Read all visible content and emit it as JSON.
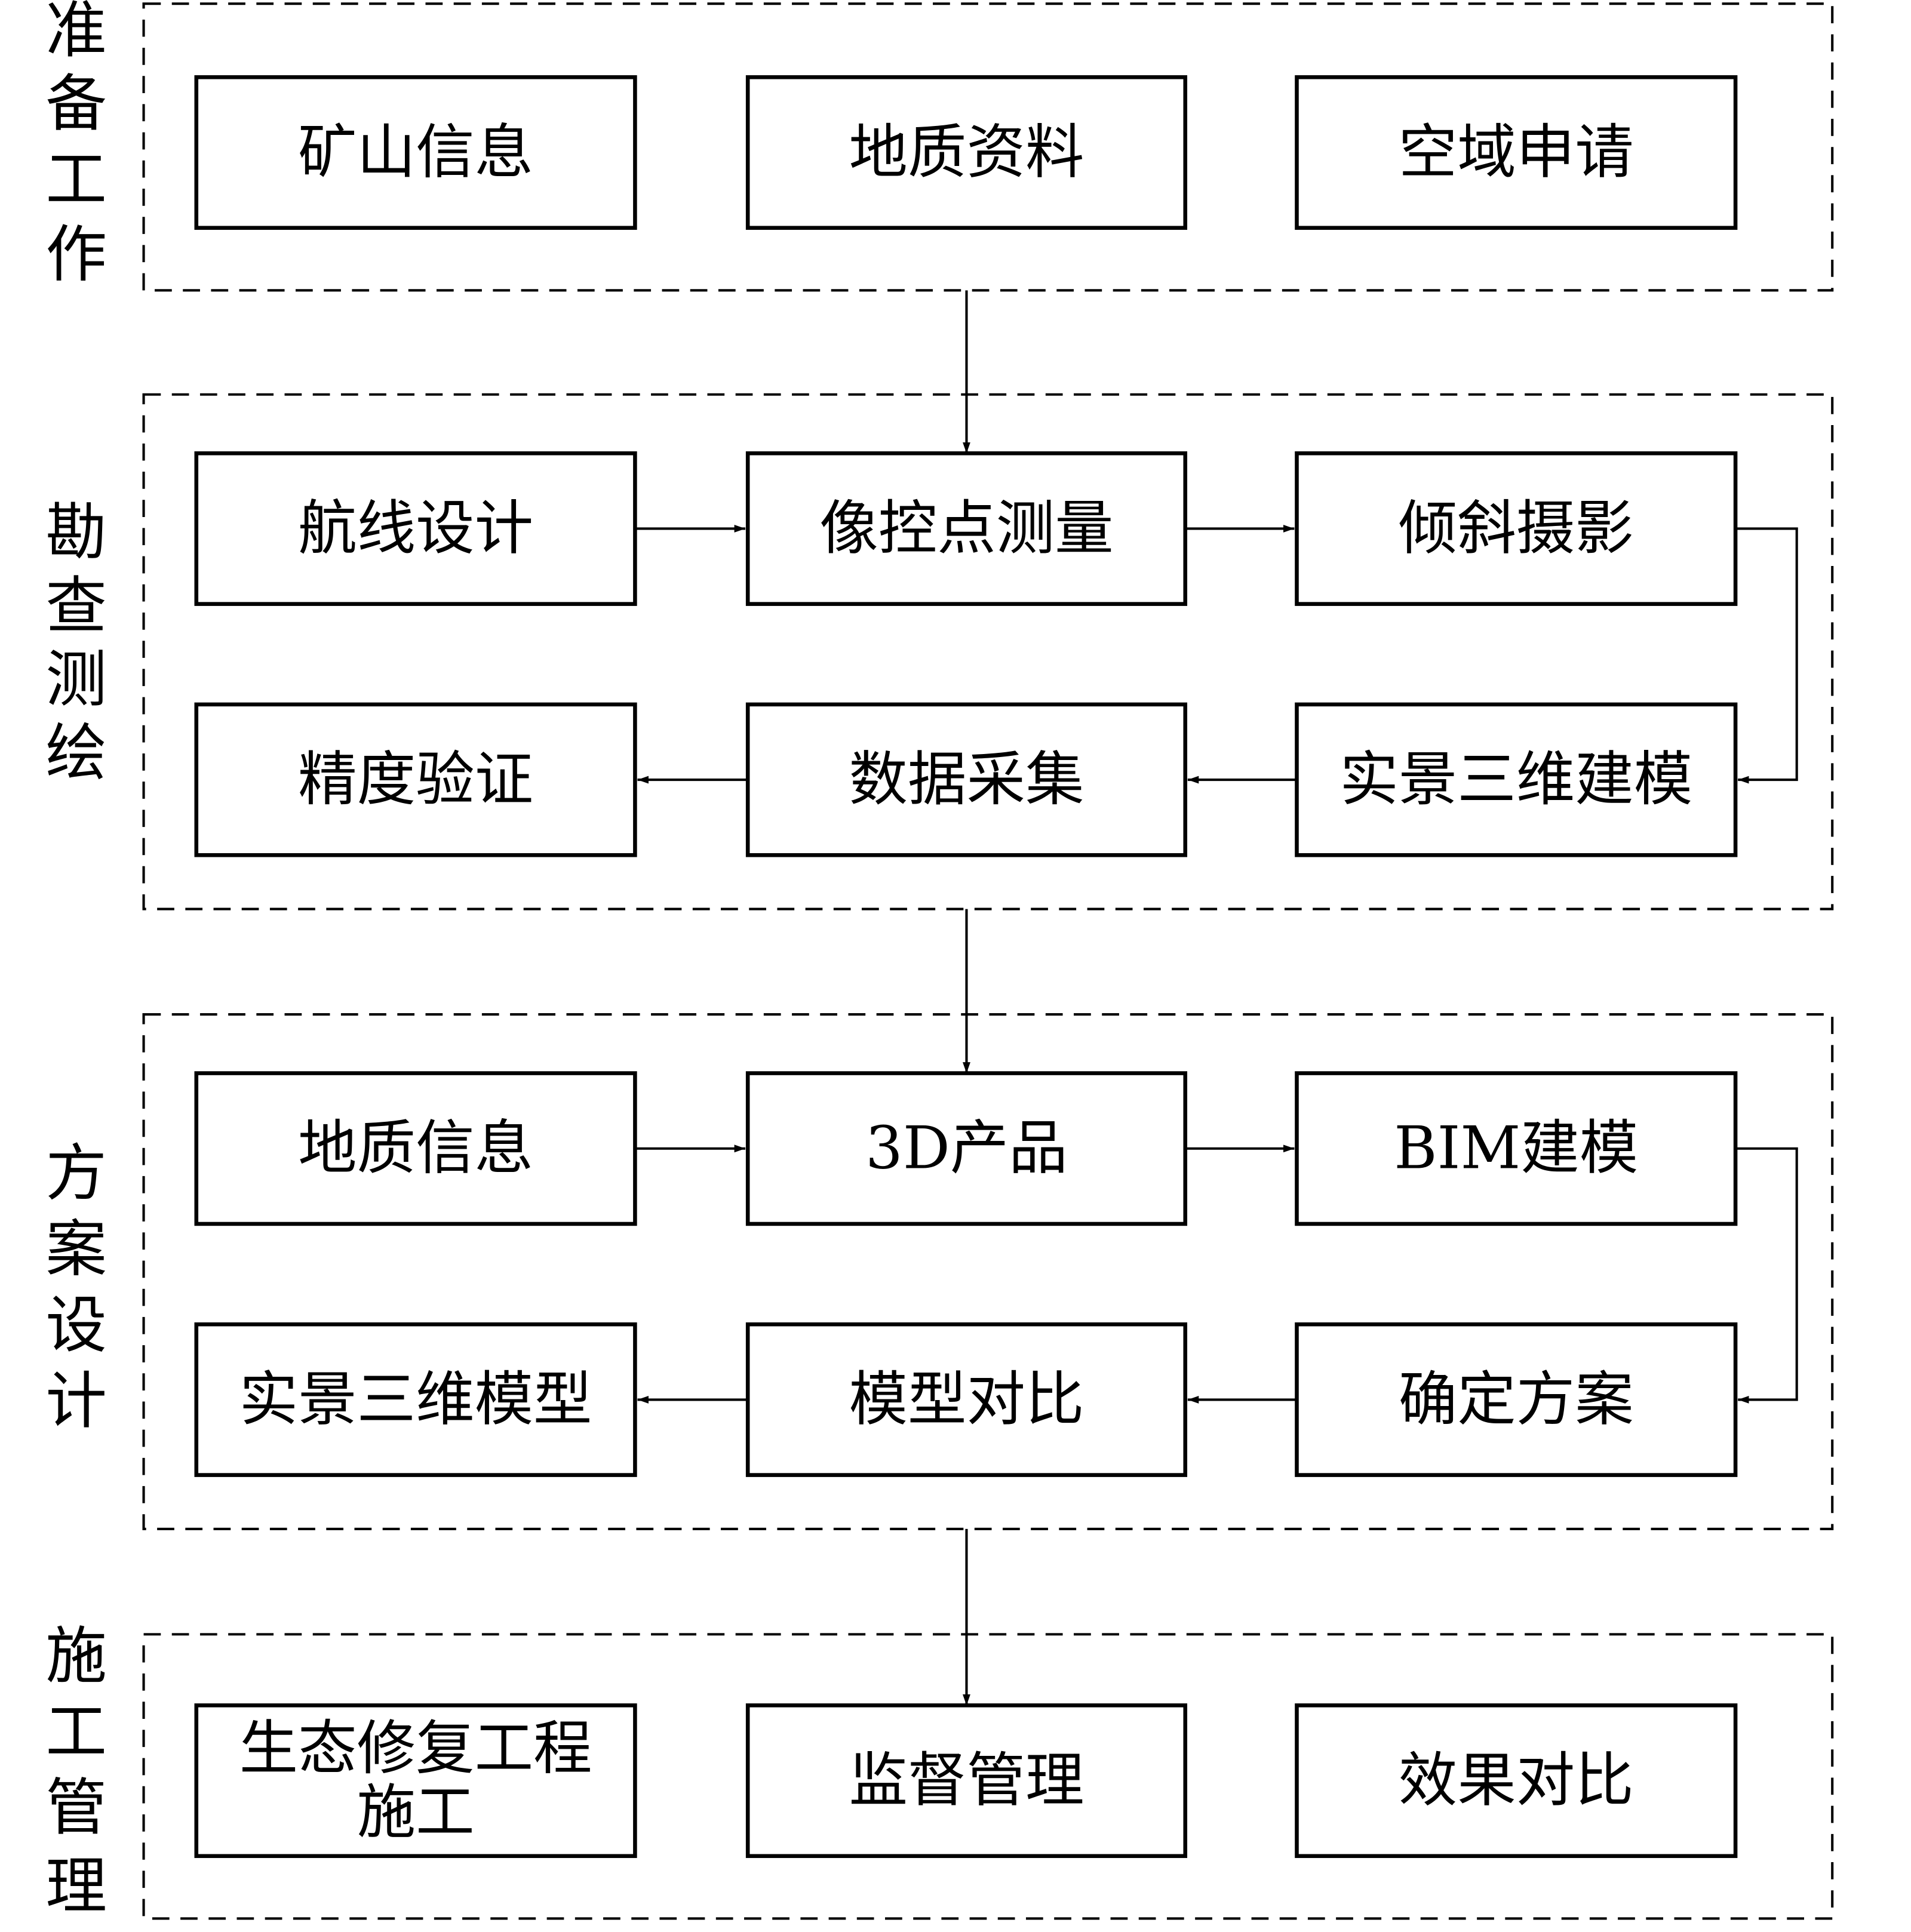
{
  "diagram": {
    "type": "flowchart",
    "stages": [
      {
        "id": "prep",
        "label_chars": [
          "准",
          "备",
          "工",
          "作"
        ],
        "label": "准备工作",
        "rows": [
          [
            {
              "id": "mine-info",
              "lines": [
                "矿山信息"
              ]
            },
            {
              "id": "geo-data",
              "lines": [
                "地质资料"
              ]
            },
            {
              "id": "airspace",
              "lines": [
                "空域申请"
              ]
            }
          ]
        ]
      },
      {
        "id": "survey",
        "label_chars": [
          "勘",
          "查",
          "测",
          "绘"
        ],
        "label": "勘查测绘",
        "rows": [
          [
            {
              "id": "route-design",
              "lines": [
                "航线设计"
              ]
            },
            {
              "id": "gcp-survey",
              "lines": [
                "像控点测量"
              ]
            },
            {
              "id": "oblique-photo",
              "lines": [
                "倾斜摄影"
              ]
            }
          ],
          [
            {
              "id": "accuracy-check",
              "lines": [
                "精度验证"
              ]
            },
            {
              "id": "data-collect",
              "lines": [
                "数据采集"
              ]
            },
            {
              "id": "realscene-modeling",
              "lines": [
                "实景三维建模"
              ]
            }
          ]
        ]
      },
      {
        "id": "design",
        "label_chars": [
          "方",
          "案",
          "设",
          "计"
        ],
        "label": "方案设计",
        "rows": [
          [
            {
              "id": "geo-info",
              "lines": [
                "地质信息"
              ]
            },
            {
              "id": "3d-products",
              "lines": [
                "3D产品"
              ]
            },
            {
              "id": "bim-modeling",
              "lines": [
                "BIM建模"
              ]
            }
          ],
          [
            {
              "id": "realscene-model",
              "lines": [
                "实景三维模型"
              ]
            },
            {
              "id": "model-compare",
              "lines": [
                "模型对比"
              ]
            },
            {
              "id": "confirm-plan",
              "lines": [
                "确定方案"
              ]
            }
          ]
        ]
      },
      {
        "id": "construction",
        "label_chars": [
          "施",
          "工",
          "管",
          "理"
        ],
        "label": "施工管理",
        "rows": [
          [
            {
              "id": "eco-restoration",
              "lines": [
                "生态修复工程",
                "施工"
              ]
            },
            {
              "id": "supervision",
              "lines": [
                "监督管理"
              ]
            },
            {
              "id": "effect-compare",
              "lines": [
                "效果对比"
              ]
            }
          ]
        ]
      }
    ],
    "edges": [
      {
        "from": "prep",
        "to": "gcp-survey",
        "kind": "stage-down"
      },
      {
        "from": "route-design",
        "to": "gcp-survey"
      },
      {
        "from": "gcp-survey",
        "to": "oblique-photo"
      },
      {
        "from": "oblique-photo",
        "to": "realscene-modeling",
        "kind": "elbow-right"
      },
      {
        "from": "realscene-modeling",
        "to": "data-collect"
      },
      {
        "from": "data-collect",
        "to": "accuracy-check"
      },
      {
        "from": "survey",
        "to": "3d-products",
        "kind": "stage-down"
      },
      {
        "from": "geo-info",
        "to": "3d-products"
      },
      {
        "from": "3d-products",
        "to": "bim-modeling"
      },
      {
        "from": "bim-modeling",
        "to": "confirm-plan",
        "kind": "elbow-right"
      },
      {
        "from": "confirm-plan",
        "to": "model-compare"
      },
      {
        "from": "model-compare",
        "to": "realscene-model"
      },
      {
        "from": "design",
        "to": "supervision",
        "kind": "stage-down"
      }
    ]
  }
}
